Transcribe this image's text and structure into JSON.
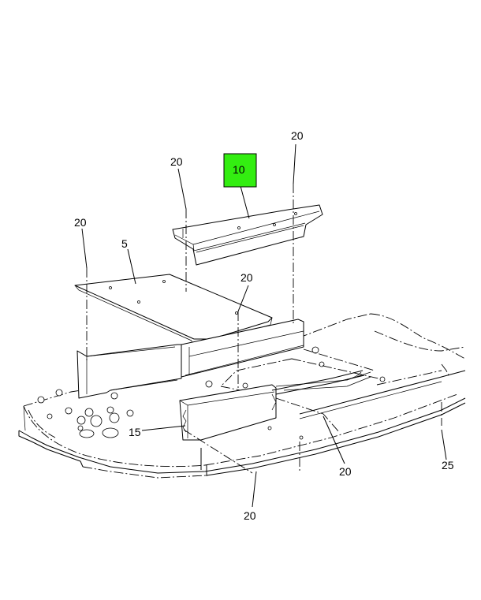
{
  "callouts": {
    "c20_top_right": "20",
    "c20_top_left": "20",
    "c10_highlight": "10",
    "c20_left": "20",
    "c5": "5",
    "c20_center": "20",
    "c15": "15",
    "c20_bottom_right": "20",
    "c25": "25",
    "c20_bottom": "20"
  },
  "colors": {
    "highlight": "#33ee11",
    "line": "#000000",
    "background": "#ffffff"
  }
}
